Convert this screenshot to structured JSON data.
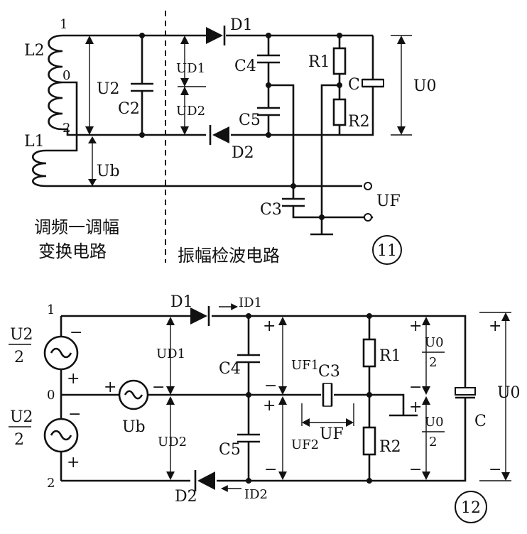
{
  "figure11": {
    "circle_label": "11",
    "left_caption_line1": "调频一调幅",
    "left_caption_line2": "变换电路",
    "right_caption": "振幅检波电路",
    "labels": {
      "L2": "L2",
      "L1": "L1",
      "tap1": "1",
      "tap0": "0",
      "tap2": "2",
      "U2": "U2",
      "Ub": "Ub",
      "C2": "C2",
      "UD1": "UD1",
      "UD2": "UD2",
      "D1": "D1",
      "D2": "D2",
      "C4": "C4",
      "C5": "C5",
      "C3": "C3",
      "R1": "R1",
      "R2": "R2",
      "C": "C",
      "U0": "U0",
      "UF": "UF"
    }
  },
  "figure12": {
    "circle_label": "12",
    "labels": {
      "node1": "1",
      "node0": "0",
      "node2": "2",
      "U2_num_top": "U2",
      "U2_den_top": "2",
      "U2_num_bot": "U2",
      "U2_den_bot": "2",
      "D1": "D1",
      "D2": "D2",
      "ID1": "ID1",
      "ID2": "ID2",
      "UD1": "UD1",
      "UD2": "UD2",
      "Ub": "Ub",
      "C4": "C4",
      "C5": "C5",
      "C3": "C3",
      "UF1": "UF1",
      "UF2": "UF2",
      "UF": "UF",
      "R1": "R1",
      "R2": "R2",
      "U0half_top_num": "U0",
      "U0half_top_den": "2",
      "U0half_bot_num": "U0",
      "U0half_bot_den": "2",
      "C": "C",
      "U0": "U0"
    },
    "signs": {
      "plus": "+",
      "minus": "−"
    }
  }
}
